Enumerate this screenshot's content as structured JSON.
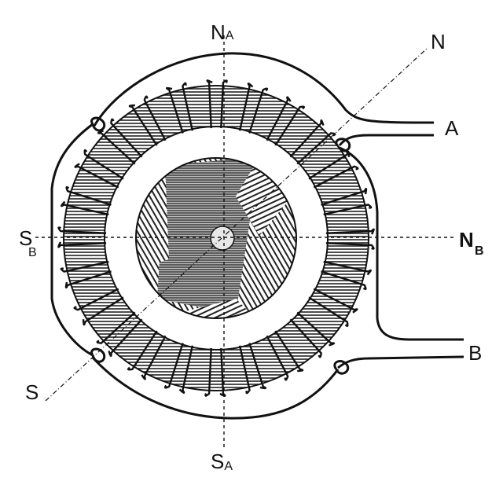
{
  "figure": {
    "type": "engraving",
    "subject": "two-phase ring armature winding with rotating field",
    "colors": {
      "ink": "#111111",
      "background": "#ffffff",
      "ring_fill": "#6e6e6e",
      "core_fill": "#8a8a8a"
    }
  },
  "labels": {
    "top": {
      "main": "N",
      "sub": "A"
    },
    "bottom": {
      "main": "S",
      "sub": "A"
    },
    "left": {
      "main": "S",
      "sub": "B"
    },
    "right": {
      "main": "N",
      "sub": "B"
    },
    "diag_top_right": {
      "main": "N"
    },
    "diag_bottom_left": {
      "main": "S"
    },
    "terminal_a": {
      "main": "A"
    },
    "terminal_b": {
      "main": "B"
    }
  },
  "components": {
    "axis_vertical": "N_A – S_A axis (dashed)",
    "axis_horizontal": "S_B – N_B axis (dashed)",
    "axis_resultant": "S – N resultant axis (dash-dot)",
    "ring": "toroidal iron ring with wound coils",
    "coil_count": 24,
    "core": "hatched circular rotor core with central shaft",
    "leads": [
      "phase A leads",
      "phase B leads"
    ]
  }
}
